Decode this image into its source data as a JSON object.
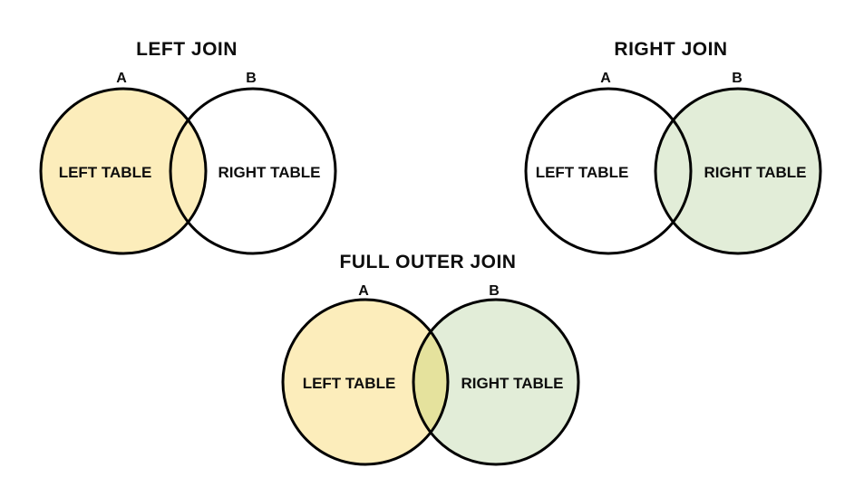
{
  "page": {
    "background": "#FFFFFF"
  },
  "colors": {
    "stroke": "#000000",
    "text": "#0D0D0D",
    "yellow_fill": "#FCEDBB",
    "green_fill": "#E2EDD8",
    "overlap_olive_fill": "#E5E29D",
    "white_fill": "#FFFFFF"
  },
  "diagrams": [
    {
      "title": "LEFT JOIN",
      "label_a": "A",
      "label_b": "B",
      "left_circle_text": "LEFT TABLE",
      "right_circle_text": "RIGHT TABLE",
      "fill_a": "#FCEDBB",
      "fill_b": "#FFFFFF",
      "fill_overlap": "#FCEDBB"
    },
    {
      "title": "RIGHT JOIN",
      "label_a": "A",
      "label_b": "B",
      "left_circle_text": "LEFT TABLE",
      "right_circle_text": "RIGHT TABLE",
      "fill_a": "#FFFFFF",
      "fill_b": "#E2EDD8",
      "fill_overlap": "#E2EDD8"
    },
    {
      "title": "FULL OUTER JOIN",
      "label_a": "A",
      "label_b": "B",
      "left_circle_text": "LEFT TABLE",
      "right_circle_text": "RIGHT TABLE",
      "fill_a": "#FCEDBB",
      "fill_b": "#E2EDD8",
      "fill_overlap": "#E5E29D"
    }
  ]
}
